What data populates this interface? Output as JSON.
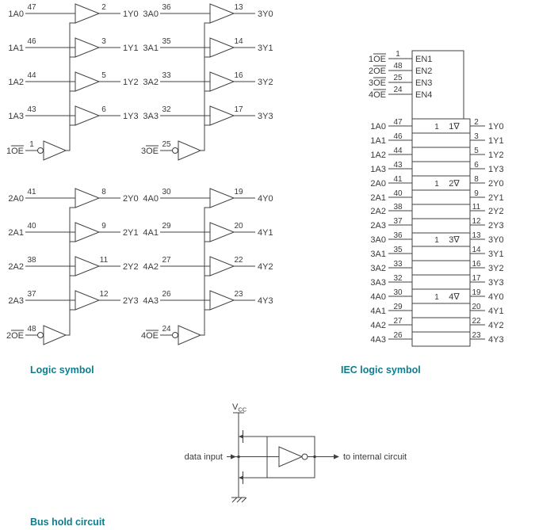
{
  "captions": {
    "logic": "Logic symbol",
    "iec": "IEC logic symbol",
    "bus_hold": "Bus hold circuit"
  },
  "logic_symbol": {
    "groups": [
      {
        "oe": {
          "label": "1OE",
          "pin": "1"
        },
        "buffers": [
          {
            "in": "1A0",
            "in_pin": "47",
            "out_pin": "2",
            "out": "1Y0"
          },
          {
            "in": "1A1",
            "in_pin": "46",
            "out_pin": "3",
            "out": "1Y1"
          },
          {
            "in": "1A2",
            "in_pin": "44",
            "out_pin": "5",
            "out": "1Y2"
          },
          {
            "in": "1A3",
            "in_pin": "43",
            "out_pin": "6",
            "out": "1Y3"
          }
        ]
      },
      {
        "oe": {
          "label": "3OE",
          "pin": "25"
        },
        "buffers": [
          {
            "in": "3A0",
            "in_pin": "36",
            "out_pin": "13",
            "out": "3Y0"
          },
          {
            "in": "3A1",
            "in_pin": "35",
            "out_pin": "14",
            "out": "3Y1"
          },
          {
            "in": "3A2",
            "in_pin": "33",
            "out_pin": "16",
            "out": "3Y2"
          },
          {
            "in": "3A3",
            "in_pin": "32",
            "out_pin": "17",
            "out": "3Y3"
          }
        ]
      },
      {
        "oe": {
          "label": "2OE",
          "pin": "48"
        },
        "buffers": [
          {
            "in": "2A0",
            "in_pin": "41",
            "out_pin": "8",
            "out": "2Y0"
          },
          {
            "in": "2A1",
            "in_pin": "40",
            "out_pin": "9",
            "out": "2Y1"
          },
          {
            "in": "2A2",
            "in_pin": "38",
            "out_pin": "11",
            "out": "2Y2"
          },
          {
            "in": "2A3",
            "in_pin": "37",
            "out_pin": "12",
            "out": "2Y3"
          }
        ]
      },
      {
        "oe": {
          "label": "4OE",
          "pin": "24"
        },
        "buffers": [
          {
            "in": "4A0",
            "in_pin": "30",
            "out_pin": "19",
            "out": "4Y0"
          },
          {
            "in": "4A1",
            "in_pin": "29",
            "out_pin": "20",
            "out": "4Y1"
          },
          {
            "in": "4A2",
            "in_pin": "27",
            "out_pin": "22",
            "out": "4Y2"
          },
          {
            "in": "4A3",
            "in_pin": "26",
            "out_pin": "23",
            "out": "4Y3"
          }
        ]
      }
    ]
  },
  "iec_symbol": {
    "enables": [
      {
        "label": "1OE",
        "pin": "1",
        "en": "EN1"
      },
      {
        "label": "2OE",
        "pin": "48",
        "en": "EN2"
      },
      {
        "label": "3OE",
        "pin": "25",
        "en": "EN3"
      },
      {
        "label": "4OE",
        "pin": "24",
        "en": "EN4"
      }
    ],
    "group_quals": [
      {
        "func": "1",
        "out": "1∇"
      },
      {
        "func": "1",
        "out": "2∇"
      },
      {
        "func": "1",
        "out": "3∇"
      },
      {
        "func": "1",
        "out": "4∇"
      }
    ],
    "rows": [
      {
        "in": "1A0",
        "in_pin": "47",
        "out_pin": "2",
        "out": "1Y0"
      },
      {
        "in": "1A1",
        "in_pin": "46",
        "out_pin": "3",
        "out": "1Y1"
      },
      {
        "in": "1A2",
        "in_pin": "44",
        "out_pin": "5",
        "out": "1Y2"
      },
      {
        "in": "1A3",
        "in_pin": "43",
        "out_pin": "6",
        "out": "1Y3"
      },
      {
        "in": "2A0",
        "in_pin": "41",
        "out_pin": "8",
        "out": "2Y0"
      },
      {
        "in": "2A1",
        "in_pin": "40",
        "out_pin": "9",
        "out": "2Y1"
      },
      {
        "in": "2A2",
        "in_pin": "38",
        "out_pin": "11",
        "out": "2Y2"
      },
      {
        "in": "2A3",
        "in_pin": "37",
        "out_pin": "12",
        "out": "2Y3"
      },
      {
        "in": "3A0",
        "in_pin": "36",
        "out_pin": "13",
        "out": "3Y0"
      },
      {
        "in": "3A1",
        "in_pin": "35",
        "out_pin": "14",
        "out": "3Y1"
      },
      {
        "in": "3A2",
        "in_pin": "33",
        "out_pin": "16",
        "out": "3Y2"
      },
      {
        "in": "3A3",
        "in_pin": "32",
        "out_pin": "17",
        "out": "3Y3"
      },
      {
        "in": "4A0",
        "in_pin": "30",
        "out_pin": "19",
        "out": "4Y0"
      },
      {
        "in": "4A1",
        "in_pin": "29",
        "out_pin": "20",
        "out": "4Y1"
      },
      {
        "in": "4A2",
        "in_pin": "27",
        "out_pin": "22",
        "out": "4Y2"
      },
      {
        "in": "4A3",
        "in_pin": "26",
        "out_pin": "23",
        "out": "4Y3"
      }
    ]
  },
  "bus_hold": {
    "vcc_main": "V",
    "vcc_sub": "CC",
    "input_label": "data input",
    "output_label": "to internal circuit"
  },
  "colors": {
    "caption": "#0f7d8c",
    "wire": "#404040",
    "text": "#3a3a3a"
  }
}
